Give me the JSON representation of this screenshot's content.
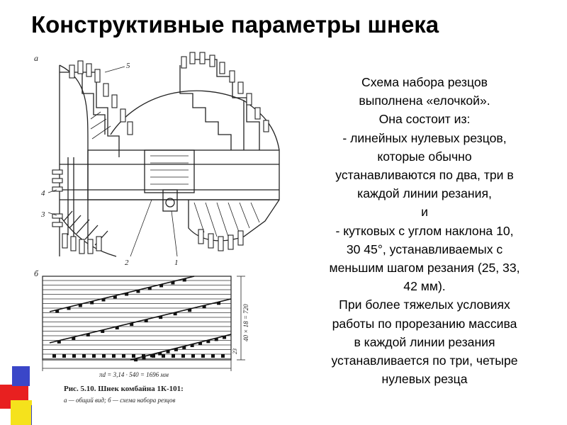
{
  "slide": {
    "title": "Конструктивные параметры шнека",
    "body_lines": [
      "Схема набора резцов",
      "выполнена «елочкой».",
      "Она состоит из:",
      "- линейных нулевых резцов,",
      "которые обычно",
      "устанавливаются по два, три в",
      "каждой линии резания,",
      "и",
      "- кутковых с углом наклона 10,",
      "30 45°, устанавливаемых с",
      "меньшим шагом резания (25, 33,",
      "42 мм).",
      "При более тяжелых условиях",
      "работы по прорезанию массива",
      "в каждой линии резания",
      "устанавливается по три, четыре",
      "нулевых резца"
    ]
  },
  "figure": {
    "label_a": "а",
    "label_b": "б",
    "callout_5": "5",
    "callout_4": "4",
    "callout_3": "3",
    "callout_2": "2",
    "callout_1": "1",
    "dim_vertical": "40 × 18 = 720",
    "dim_small": "23",
    "dim_bottom": "πd = 3,14 · 540 = 1696 мм",
    "caption_line1": "Рис. 5.10. Шнек комбайна 1К-101:",
    "caption_line2": "а — общий вид; б — схема набора резцов"
  },
  "decor": {
    "accent_colors": [
      "#e82020",
      "#f5e21c",
      "#3a46c8"
    ]
  }
}
